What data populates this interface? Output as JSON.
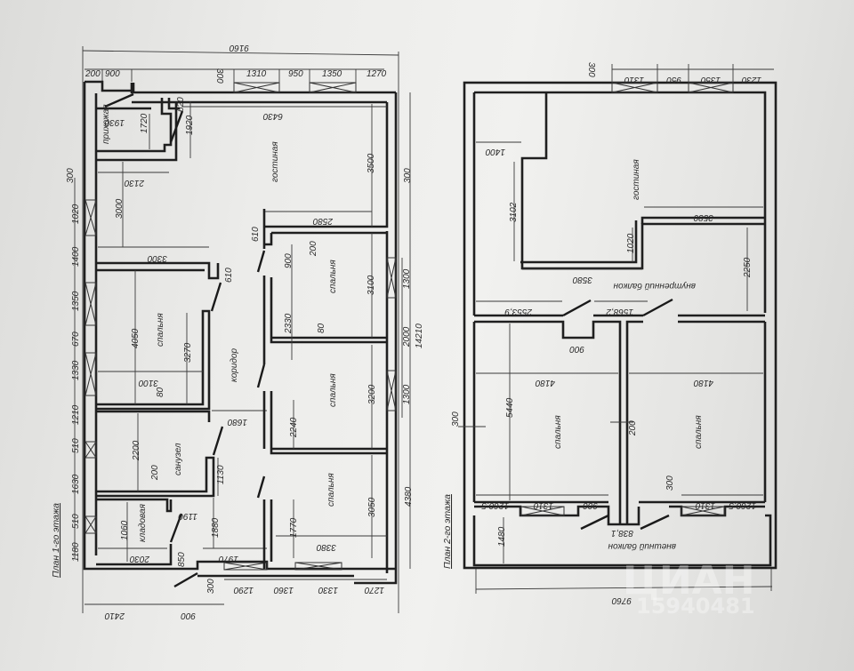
{
  "document": {
    "type": "architectural floor plan",
    "plans": [
      {
        "id": "floor1",
        "title": "План 1-го этажа",
        "rooms": [
          {
            "label": "прихожая"
          },
          {
            "label": "гостиная"
          },
          {
            "label": "спальня"
          },
          {
            "label": "коридор"
          },
          {
            "label": "санузел"
          },
          {
            "label": "кладовая"
          },
          {
            "label": "спальня"
          },
          {
            "label": "спальня"
          },
          {
            "label": "спальня"
          }
        ],
        "dimensions": {
          "overall_top": "9160",
          "top_segments": [
            "200",
            "900",
            "1310",
            "950",
            "1350",
            "1270"
          ],
          "wall_300_top": "300",
          "living_width": "6430",
          "hall_width": "1930",
          "hall_depth": "1720",
          "hall_door": "620",
          "hall_depth2": "1920",
          "living_2130": "2130",
          "living_3000": "3000",
          "living_3500": "3500",
          "living_3300": "3300",
          "wall_300_right": "300",
          "left_segments": [
            "300",
            "1020",
            "1400",
            "1350",
            "670",
            "1330",
            "1210",
            "510",
            "1630",
            "510",
            "1180"
          ],
          "bed1_4050": "4050",
          "bed1_3270": "3270",
          "bed1_3100": "3100",
          "bed1_610": "610",
          "wall_80_a": "80",
          "corridor_1680": "1680",
          "bath_2200": "2200",
          "bath_200": "200",
          "bath_1130": "1130",
          "pantry_1060": "1060",
          "pantry_2030": "2030",
          "pantry_1190": "1190",
          "pantry_850": "850",
          "corridor_1880": "1880",
          "corridor_1970": "1970",
          "entry_300": "300",
          "bottom_left": [
            "2410",
            "900"
          ],
          "bottom_segments": [
            "1290",
            "1360",
            "1330",
            "1270"
          ],
          "bedR1_2580": "2580",
          "bedR1_610": "610",
          "bedR1_200": "200",
          "bedR1_900": "900",
          "bedR1_3100": "3100",
          "bedR1_2330": "2330",
          "wall_80_b": "80",
          "bedR2_3200": "3200",
          "bedR2_2240": "2240",
          "bedR3_3050": "3050",
          "bedR3_1770": "1770",
          "bedR3_3380": "3380",
          "right_segments": [
            "1300",
            "2000",
            "1300"
          ],
          "right_total": "14210",
          "right_lower": "4380"
        }
      },
      {
        "id": "floor2",
        "title": "План 2-го этажа",
        "rooms": [
          {
            "label": "гостиная"
          },
          {
            "label": "внутренний балкон"
          },
          {
            "label": "спальня"
          },
          {
            "label": "спальня"
          },
          {
            "label": "внешний балкон"
          }
        ],
        "dimensions": {
          "top_segments": [
            "1310",
            "950",
            "1350",
            "1230"
          ],
          "wall_300_top": "300",
          "d1400": "1400",
          "d3102": "3102",
          "d3580_top": "3580",
          "d1020": "1020",
          "d3580_bottom": "3580",
          "d2250": "2250",
          "d2553_9": "2553,9",
          "d1568_2": "1568,2",
          "d900_mid": "900",
          "d4180_left": "4180",
          "d4180_right": "4180",
          "d5440": "5440",
          "wall_300_left": "300",
          "wall_200_mid": "200",
          "bottom_left_segments": [
            "1260,5",
            "1310",
            "900"
          ],
          "bottom_right_segments": [
            "1310",
            "1260,5"
          ],
          "d300_balc": "300",
          "d838_1": "838,1",
          "d1480": "1480",
          "overall_bottom": "9760"
        }
      }
    ],
    "watermark": {
      "brand": "ЦИАН",
      "id": "15940481"
    }
  }
}
